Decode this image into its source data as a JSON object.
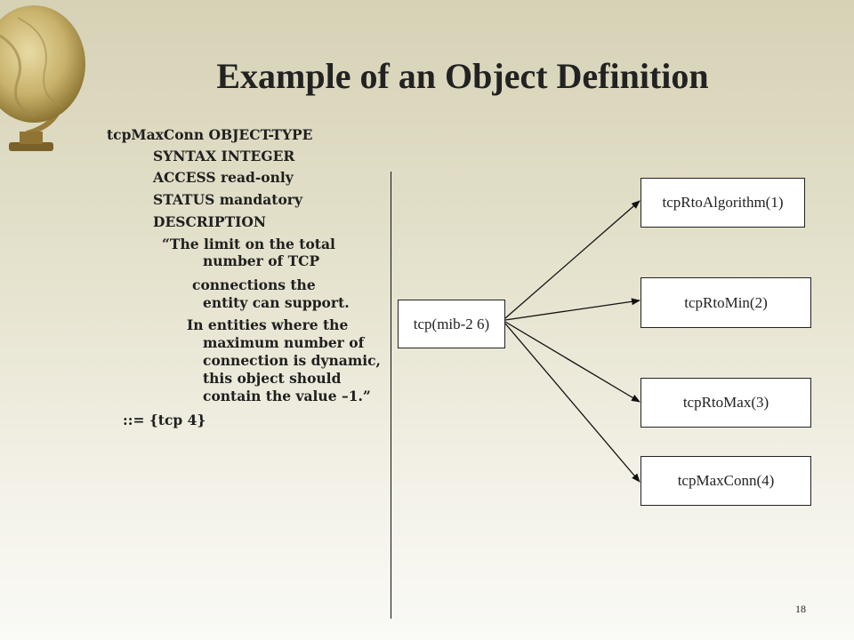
{
  "slide": {
    "title": "Example of an Object Definition",
    "page_number": "18"
  },
  "definition": {
    "lines": [
      "tcpMaxConn        OBJECT-TYPE",
      "SYNTAX   INTEGER",
      "ACCESS    read-only",
      "STATUS    mandatory",
      "DESCRIPTION",
      "“The limit on the total",
      "number of TCP",
      "connections the",
      "entity can support.",
      "In entities where the",
      "maximum number of",
      "connection is dynamic,",
      "this object should",
      "contain the value –1.”",
      "::= {tcp 4}"
    ]
  },
  "tree": {
    "root": "tcp(mib-2  6)",
    "children": [
      "tcpRtoAlgorithm(1)",
      "tcpRtoMin(2)",
      "tcpRtoMax(3)",
      "tcpMaxConn(4)"
    ]
  }
}
